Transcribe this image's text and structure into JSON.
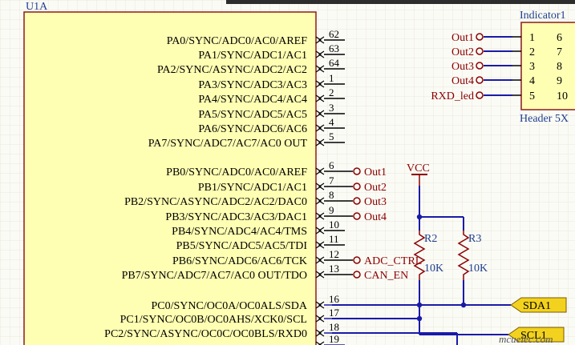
{
  "colors": {
    "background": "#fbfbf6",
    "grid": "#e8e8dc",
    "chip_fill": "#ffffb3",
    "outline": "#8a1c1c",
    "pin_text": "#000000",
    "net_label": "#8b0000",
    "wire": "#1a1aa8",
    "connector_label": "#1f3f8f",
    "port_fill": "#f2d21e",
    "port_border": "#7a5a00"
  },
  "chip": {
    "designator": "U1A",
    "pins": [
      {
        "name": "PA0/SYNC/ADC0/AC0/AREF",
        "number": "62",
        "net": ""
      },
      {
        "name": "PA1/SYNC/ADC1/AC1",
        "number": "63",
        "net": ""
      },
      {
        "name": "PA2/SYNC/ASYNC/ADC2/AC2",
        "number": "64",
        "net": ""
      },
      {
        "name": "PA3/SYNC/ADC3/AC3",
        "number": "1",
        "net": ""
      },
      {
        "name": "PA4/SYNC/ADC4/AC4",
        "number": "2",
        "net": ""
      },
      {
        "name": "PA5/SYNC/ADC5/AC5",
        "number": "3",
        "net": ""
      },
      {
        "name": "PA6/SYNC/ADC6/AC6",
        "number": "4",
        "net": ""
      },
      {
        "name": "PA7/SYNC/ADC7/AC7/AC0 OUT",
        "number": "5",
        "net": ""
      },
      {
        "name": "PB0/SYNC/ADC0/AC0/AREF",
        "number": "6",
        "net": "Out1"
      },
      {
        "name": "PB1/SYNC/ADC1/AC1",
        "number": "7",
        "net": "Out2"
      },
      {
        "name": "PB2/SYNC/ASYNC/ADC2/AC2/DAC0",
        "number": "8",
        "net": "Out3"
      },
      {
        "name": "PB3/SYNC/ADC3/AC3/DAC1",
        "number": "9",
        "net": "Out4"
      },
      {
        "name": "PB4/SYNC/ADC4/AC4/TMS",
        "number": "10",
        "net": ""
      },
      {
        "name": "PB5/SYNC/ADC5/AC5/TDI",
        "number": "11",
        "net": ""
      },
      {
        "name": "PB6/SYNC/ADC6/AC6/TCK",
        "number": "12",
        "net": "ADC_CTRL"
      },
      {
        "name": "PB7/SYNC/ADC7/AC7/AC0 OUT/TDO",
        "number": "13",
        "net": "CAN_EN"
      },
      {
        "name": "PC0/SYNC/OC0A/OC0ALS/SDA",
        "number": "16",
        "net": ""
      },
      {
        "name": "PC1/SYNC/OC0B/OC0AHS/XCK0/SCL",
        "number": "17",
        "net": ""
      },
      {
        "name": "PC2/SYNC/ASYNC/OC0C/OC0BLS/RXD0",
        "number": "18",
        "net": ""
      },
      {
        "name": "",
        "number": "19",
        "net": ""
      }
    ]
  },
  "power": {
    "label": "VCC"
  },
  "resistors": [
    {
      "designator": "R2",
      "value": "10K"
    },
    {
      "designator": "R3",
      "value": "10K"
    }
  ],
  "ports": [
    {
      "label": "SDA1"
    },
    {
      "label": "SCL1"
    }
  ],
  "connector": {
    "designator": "Indicator1",
    "footer": "Header 5X",
    "rows": [
      {
        "net": "Out1",
        "left": "1",
        "right": "6"
      },
      {
        "net": "Out2",
        "left": "2",
        "right": "7"
      },
      {
        "net": "Out3",
        "left": "3",
        "right": "8"
      },
      {
        "net": "Out4",
        "left": "4",
        "right": "9"
      },
      {
        "net": "RXD_led",
        "left": "5",
        "right": "10"
      }
    ]
  },
  "watermark": "mcuelec.com"
}
